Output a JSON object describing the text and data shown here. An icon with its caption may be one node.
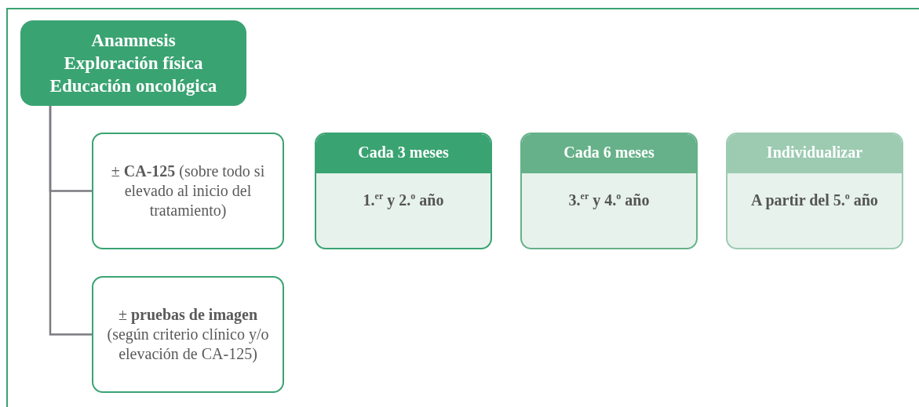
{
  "diagram": {
    "nodes": [
      {
        "text": [
          "Anamnesis",
          "Exploración física",
          "Educación oncológica"
        ]
      },
      {
        "text": [
          "± **CA-125** (sobre todo si elevado al inicio del tratamiento)"
        ]
      },
      {
        "text": [
          "± **pruebas de imagen** (según criterio clínico y/o elevación de CA-125)"
        ]
      },
      {
        "text": [
          "Cada 3 meses",
          "1.$^{er}$ y 2.$^{o}$ año"
        ]
      },
      {
        "text": [
          "Cada 6 meses",
          "3.$^{er}$ y 4.$^{o}$ año"
        ]
      },
      {
        "text": [
          "Individualizar",
          "A partir del 5.$^{o}$ año"
        ]
      }
    ],
    "edges": [
      {
        "from": 0,
        "to": 1,
        "arrow": "none"
      },
      {
        "from": 0,
        "to": 2,
        "arrow": "none"
      }
    ]
  }
}
